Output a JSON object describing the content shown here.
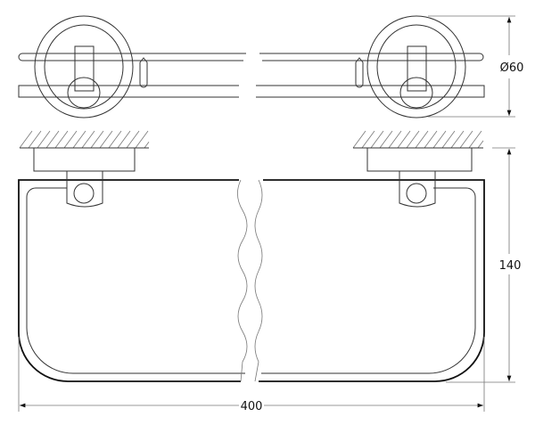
{
  "drawing": {
    "dimensions": {
      "diameter": "Ø60",
      "depth": "140",
      "width": "400"
    },
    "line_color": "#111111",
    "background": "#ffffff"
  }
}
